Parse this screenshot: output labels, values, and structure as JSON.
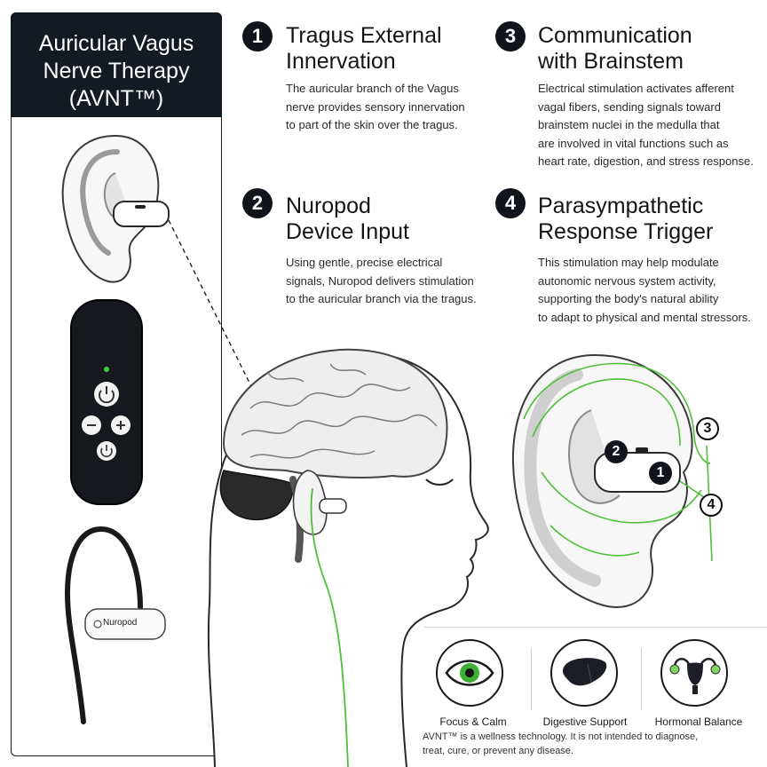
{
  "left_panel": {
    "title_lines": [
      "Auricular Vagus",
      "Nerve Therapy",
      "(AVNT™)"
    ],
    "device_label": "Nuropod"
  },
  "steps": [
    {
      "number": "1",
      "title_lines": [
        "Tragus External",
        "Innervation"
      ],
      "body_lines": [
        "The auricular branch of the Vagus",
        "nerve provides sensory innervation",
        "to part of the skin over the tragus."
      ]
    },
    {
      "number": "2",
      "title_lines": [
        "Nuropod",
        "Device Input"
      ],
      "body_lines": [
        "Using gentle, precise electrical",
        "signals, Nuropod delivers stimulation",
        "to the auricular branch via the tragus."
      ]
    },
    {
      "number": "3",
      "title_lines": [
        "Communication",
        "with Brainstem"
      ],
      "body_lines": [
        "Electrical stimulation activates afferent",
        "vagal fibers, sending signals toward",
        "brainstem nuclei in the medulla that",
        "are involved in vital functions such as",
        "heart rate, digestion, and stress response."
      ]
    },
    {
      "number": "4",
      "title_lines": [
        "Parasympathetic",
        "Response Trigger"
      ],
      "body_lines": [
        "This stimulation may help modulate",
        "autonomic nervous system activity,",
        "supporting the body's natural ability",
        "to adapt to physical and mental stressors."
      ]
    }
  ],
  "ear_diagram_markers": [
    "1",
    "2",
    "3",
    "4"
  ],
  "benefits": [
    {
      "label": "Focus & Calm",
      "icon": "eye-icon"
    },
    {
      "label": "Digestive Support",
      "icon": "liver-icon"
    },
    {
      "label": "Hormonal Balance",
      "icon": "uterus-icon"
    }
  ],
  "disclaimer_lines": [
    "AVNT™ is a wellness technology. It is not intended to diagnose,",
    "treat, cure, or prevent any disease."
  ],
  "colors": {
    "dark": "#141a22",
    "nerve_green": "#4fbf3a",
    "eye_green": "#3fae35",
    "device_led": "#3ecf3e"
  }
}
